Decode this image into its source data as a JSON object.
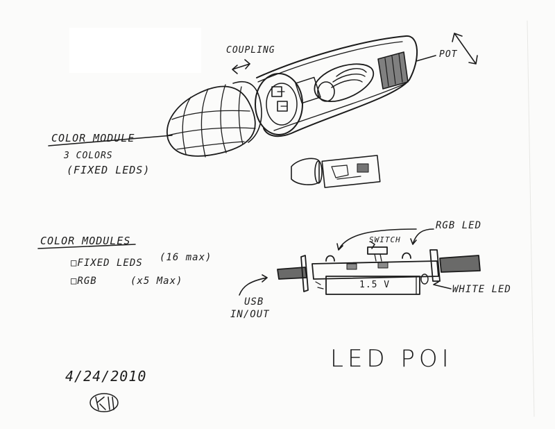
{
  "labels": {
    "coupling": "COUPLING",
    "pot": "POT",
    "color_module": "COLOR MODULE",
    "three_colors": "3 COLORS",
    "fixed_leds_paren": "(FIXED LEDS)",
    "color_modules": "COLOR MODULES",
    "fixed_leds_max": "□FIXED LEDS",
    "sixteen_max": "(16 max)",
    "rgb_option": "□RGB",
    "x5_max": "(x5 Max)",
    "rgb_led": "RGB LED",
    "switch": "SWITCH",
    "battery": "1.5 V",
    "white_led": "WHITE LED",
    "usb": "USB",
    "in_out": "IN/OUT",
    "title": "LED POI",
    "date": "4/24/2010"
  },
  "signature_initials": "KH",
  "colors": {
    "ink": "#1b1b1b",
    "paper": "#fbfbfa"
  }
}
